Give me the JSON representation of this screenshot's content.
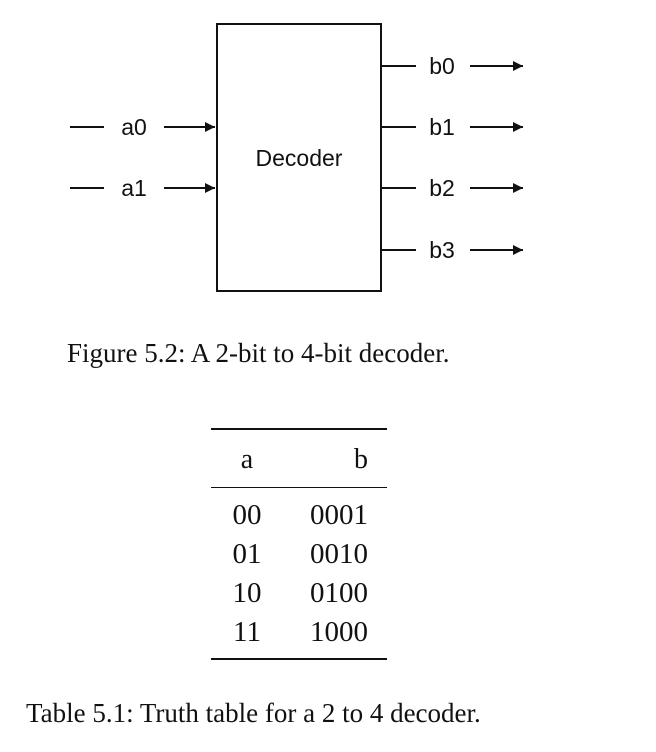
{
  "diagram": {
    "block_label": "Decoder",
    "inputs": [
      "a0",
      "a1"
    ],
    "outputs": [
      "b0",
      "b1",
      "b2",
      "b3"
    ]
  },
  "figure_caption": "Figure 5.2: A 2-bit to 4-bit decoder.",
  "table": {
    "headers": [
      "a",
      "b"
    ],
    "rows": [
      [
        "00",
        "0001"
      ],
      [
        "01",
        "0010"
      ],
      [
        "10",
        "0100"
      ],
      [
        "11",
        "1000"
      ]
    ]
  },
  "table_caption": "Table 5.1: Truth table for a 2 to 4 decoder."
}
